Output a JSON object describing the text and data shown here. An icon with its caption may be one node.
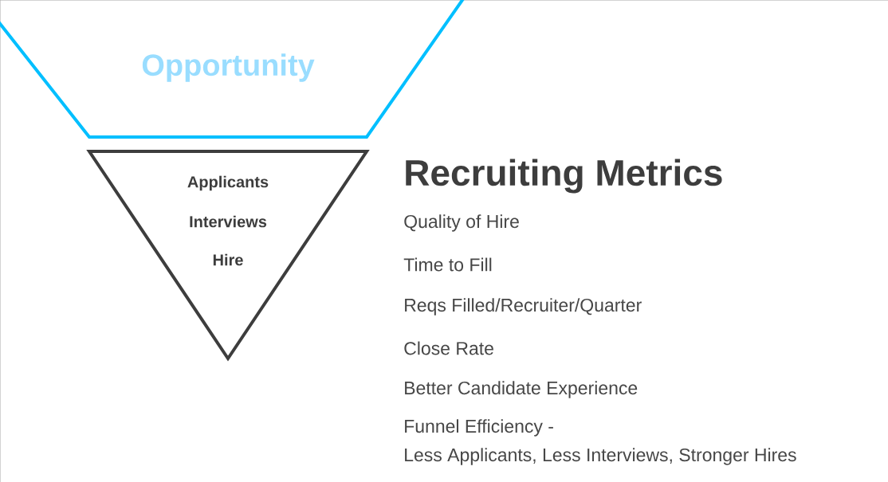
{
  "diagram": {
    "title": "Recruiting Metrics",
    "nodes": [
      {
        "text": [
          "Opportunity"
        ]
      },
      {
        "text": [
          "Applicants",
          "Interviews",
          "Hire"
        ]
      }
    ],
    "labels": [
      "Quality of Hire",
      "Time to Fill",
      "Reqs Filled/Recruiter/Quarter",
      "Close Rate",
      "Better Candidate Experience",
      "Funnel Efficiency -",
      "Less Applicants, Less Interviews, Stronger Hires"
    ]
  }
}
